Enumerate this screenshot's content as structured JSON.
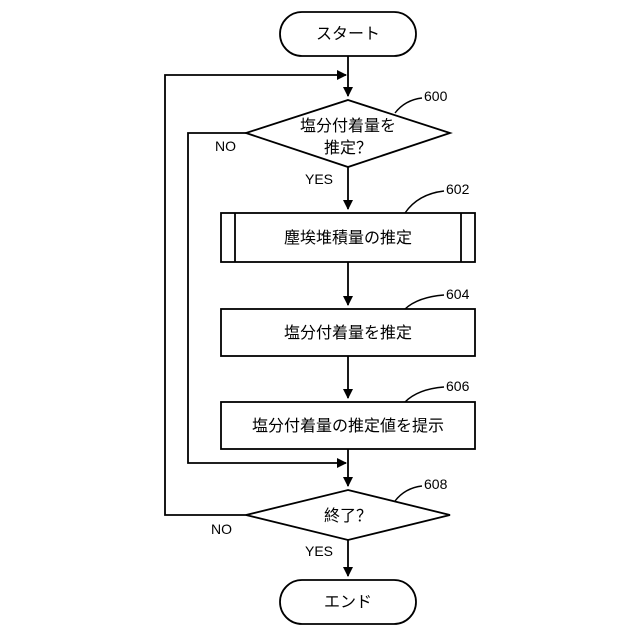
{
  "flowchart": {
    "start": "スタート",
    "end": "エンド",
    "decision1": {
      "line1": "塩分付着量を",
      "line2": "推定？",
      "ref": "600",
      "yes": "YES",
      "no": "NO"
    },
    "step602": {
      "text": "塵埃堆積量の推定",
      "ref": "602"
    },
    "step604": {
      "text": "塩分付着量を推定",
      "ref": "604"
    },
    "step606": {
      "text": "塩分付着量の推定値を提示",
      "ref": "606"
    },
    "decision2": {
      "text": "終了？",
      "ref": "608",
      "yes": "YES",
      "no": "NO"
    }
  }
}
